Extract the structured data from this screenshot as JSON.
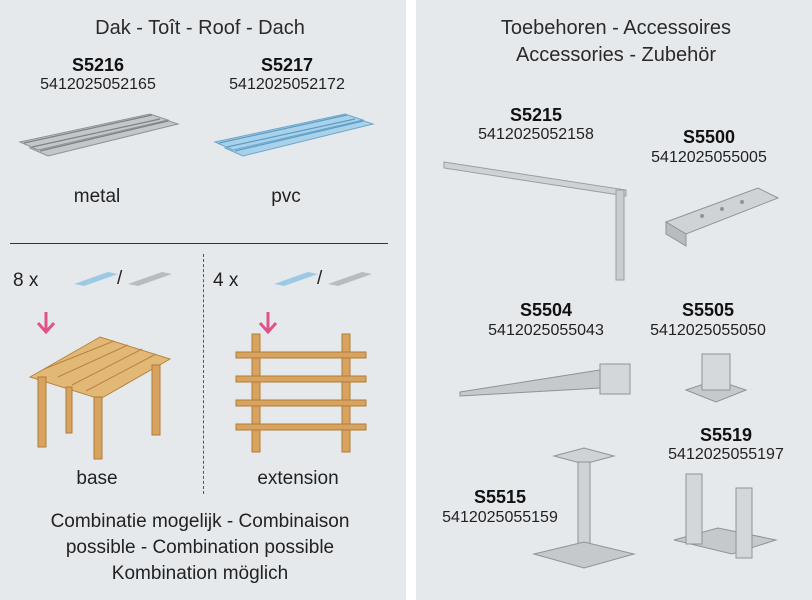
{
  "roof": {
    "title": "Dak - Toît - Roof - Dach",
    "items": [
      {
        "code": "S5216",
        "ean": "5412025052165",
        "label": "metal"
      },
      {
        "code": "S5217",
        "ean": "5412025052172",
        "label": "pvc"
      }
    ],
    "base": {
      "count": "8 x",
      "slash": "/",
      "label": "base"
    },
    "extension": {
      "count": "4 x",
      "slash": "/",
      "label": "extension"
    },
    "combination": {
      "line1": "Combinatie mogelijk - Combinaison",
      "line2": "possible - Combination possible",
      "line3": "Kombination möglich"
    }
  },
  "accessories": {
    "title_line1": "Toebehoren - Accessoires",
    "title_line2": "Accessories - Zubehör",
    "items": [
      {
        "code": "S5215",
        "ean": "5412025052158"
      },
      {
        "code": "S5500",
        "ean": "5412025055005"
      },
      {
        "code": "S5504",
        "ean": "5412025055043"
      },
      {
        "code": "S5505",
        "ean": "5412025055050"
      },
      {
        "code": "S5519",
        "ean": "5412025055197"
      },
      {
        "code": "S5515",
        "ean": "5412025055159"
      }
    ]
  },
  "colors": {
    "panel_bg": "#e6e9ec",
    "arrow": "#e0528a",
    "pvc": "#8fc3e0",
    "metal": "#b9bcbf",
    "wood": "#d9a868"
  }
}
